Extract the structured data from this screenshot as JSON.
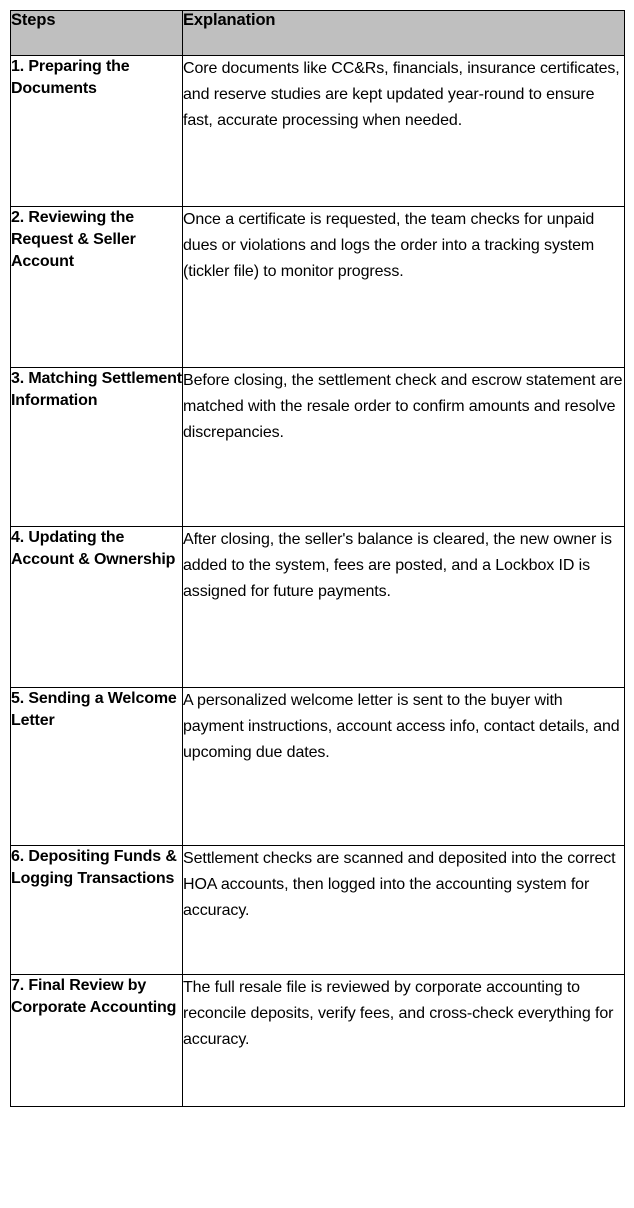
{
  "table": {
    "columns": [
      {
        "key": "steps",
        "label": "Steps"
      },
      {
        "key": "explanation",
        "label": "Explanation"
      }
    ],
    "header_background": "#bfbfbf",
    "border_color": "#000000",
    "text_color": "#000000",
    "rows": [
      {
        "step": "1. Preparing the Documents",
        "explanation": "Core documents like CC&Rs, financials, insurance certificates, and reserve studies are kept updated year-round to ensure fast, accurate processing when needed."
      },
      {
        "step": "2. Reviewing the Request & Seller Account",
        "explanation": "Once a certificate is requested, the team checks for unpaid dues or violations and logs the order into a tracking system (tickler file) to monitor progress."
      },
      {
        "step": "3. Matching Settlement Information",
        "explanation": "Before closing, the settlement check and escrow statement are matched with the resale order to confirm amounts and resolve discrepancies."
      },
      {
        "step": "4. Updating the Account & Ownership",
        "explanation": "After closing, the seller's balance is cleared, the new owner is added to the system, fees are posted, and a Lockbox ID is assigned for future payments."
      },
      {
        "step": "5. Sending a Welcome Letter",
        "explanation": "A personalized welcome letter is sent to the buyer with payment instructions, account access info, contact details, and upcoming due dates."
      },
      {
        "step": "6. Depositing Funds & Logging Transactions",
        "explanation": "Settlement checks are scanned and deposited into the correct HOA accounts, then logged into the accounting system for accuracy."
      },
      {
        "step": "7. Final Review by Corporate Accounting",
        "explanation": "The full resale file is reviewed by corporate accounting to reconcile deposits, verify fees, and cross-check everything for accuracy."
      }
    ]
  }
}
